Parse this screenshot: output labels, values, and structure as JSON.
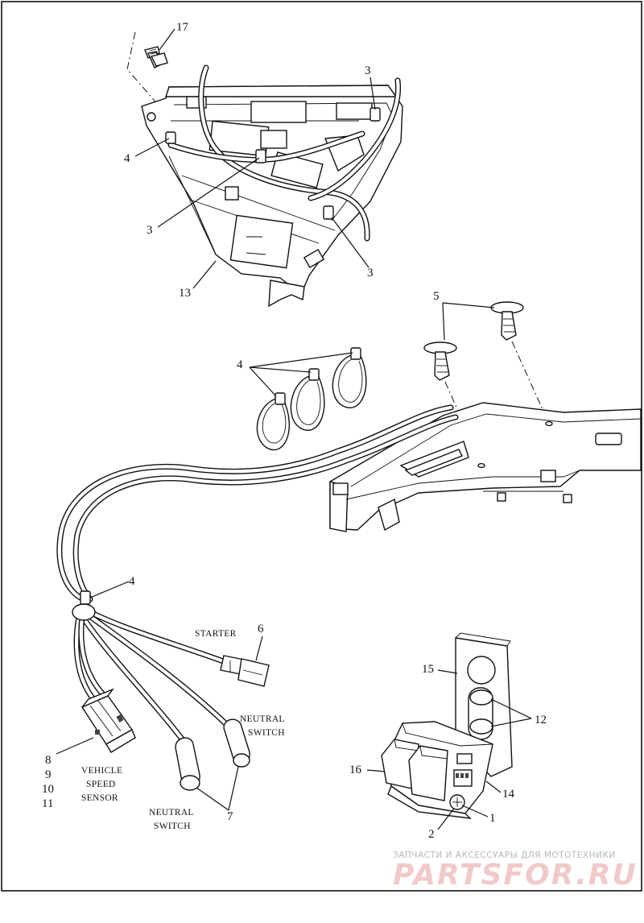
{
  "callouts": {
    "c17": "17",
    "c3a": "3",
    "c4a": "4",
    "c3b": "3",
    "c3c": "3",
    "c13": "13",
    "c5": "5",
    "c4b": "4",
    "c4c": "4",
    "c6": "6",
    "c15": "15",
    "c12": "12",
    "c8": "8",
    "c9": "9",
    "c10": "10",
    "c11": "11",
    "c16": "16",
    "c14": "14",
    "c1": "1",
    "c2": "2",
    "c7": "7"
  },
  "captions": {
    "starter": "STARTER",
    "neutral_switch_right_1": "NEUTRAL",
    "neutral_switch_right_2": "SWITCH",
    "vss_1": "VEHICLE",
    "vss_2": "SPEED",
    "vss_3": "SENSOR",
    "neutral_switch_bottom_1": "NEUTRAL",
    "neutral_switch_bottom_2": "SWITCH"
  },
  "watermark": {
    "line1": "ЗАПЧАСТИ И АКСЕССУАРЫ ДЛЯ МОТОТЕХНИКИ",
    "line2": "PARTSFOR.RU"
  }
}
